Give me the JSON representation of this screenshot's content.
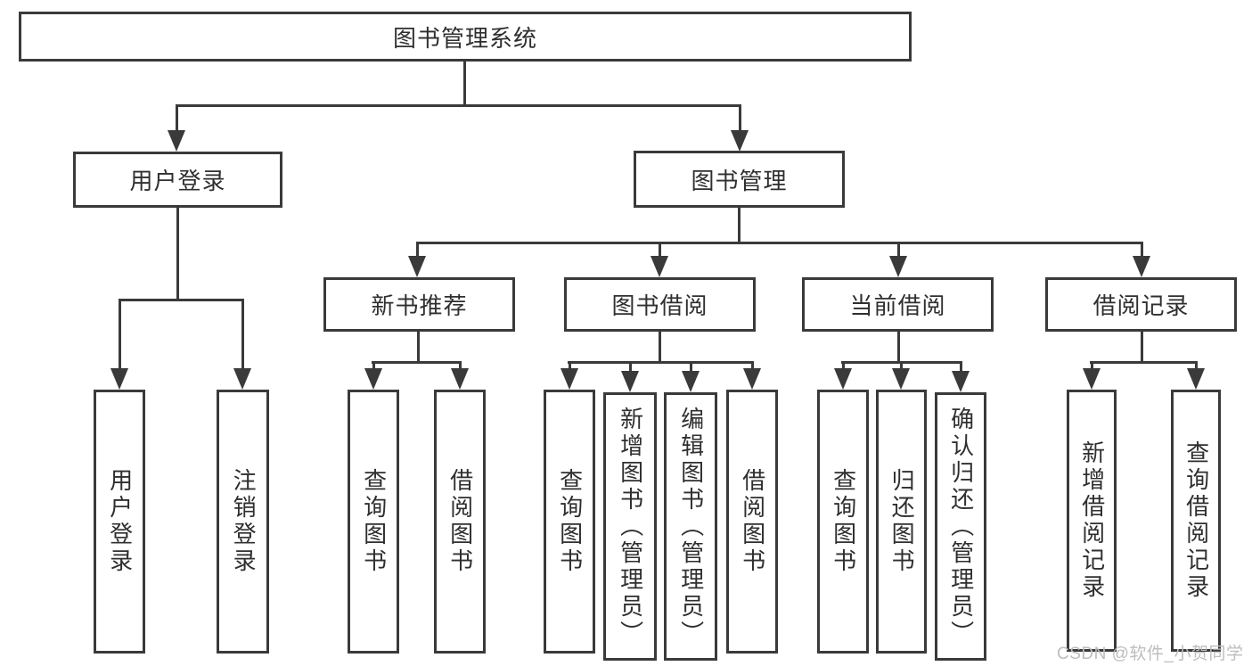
{
  "nodes": {
    "root": "图书管理系统",
    "user_login": "用户登录",
    "book_management": "图书管理",
    "new_book_recommend": "新书推荐",
    "book_borrowing": "图书借阅",
    "current_borrowing": "当前借阅",
    "borrowing_records": "借阅记录",
    "leaf_user_login": "用户登录",
    "leaf_logout_login": "注销登录",
    "leaf_query_books_recommend": "查询图书",
    "leaf_borrow_books_recommend": "借阅图书",
    "leaf_query_books_borrowing": "查询图书",
    "leaf_add_books_admin": "新增图书（管理员）",
    "leaf_edit_books_admin": "编辑图书（管理员）",
    "leaf_borrow_books_borrowing": "借阅图书",
    "leaf_query_books_current": "查询图书",
    "leaf_return_books": "归还图书",
    "leaf_confirm_return_admin": "确认归还（管理员）",
    "leaf_add_borrow_record": "新增借阅记录",
    "leaf_query_borrow_record": "查询借阅记录"
  },
  "watermark": "CSDN @软件_小贺同学",
  "colors": {
    "background": "#ffffff",
    "box_border": "#3a3a3a",
    "connector_line": "#3a3a3a",
    "text": "#2f2f2f",
    "watermark": "#bdbdbd"
  }
}
